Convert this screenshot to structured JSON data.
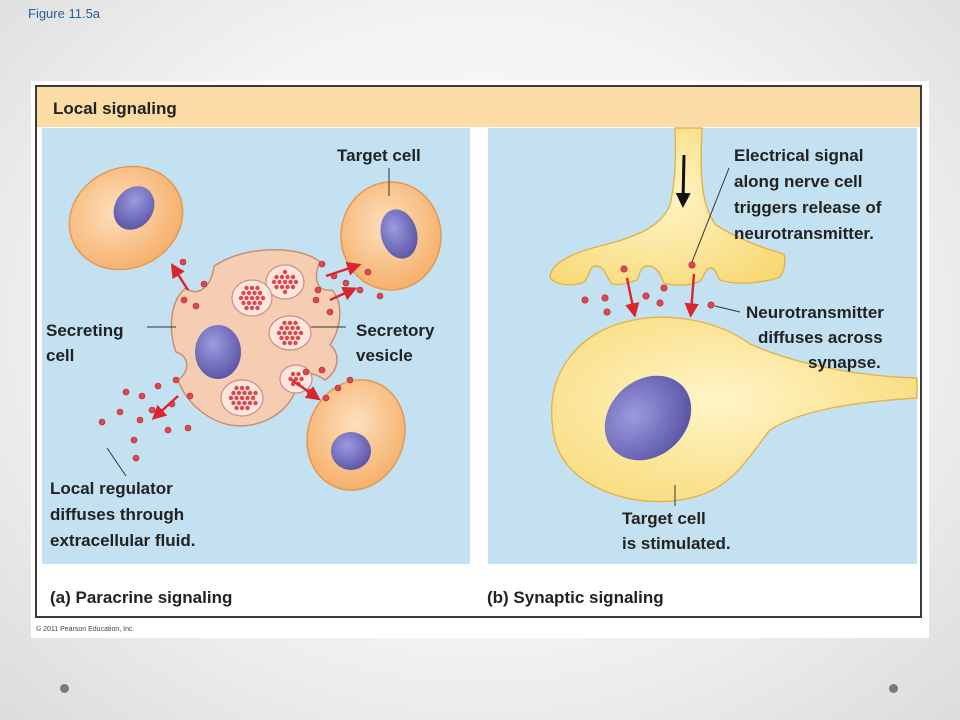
{
  "figure_label": "Figure 11.5a",
  "header": "Local signaling",
  "paracrine": {
    "caption": "(a) Paracrine signaling",
    "target_cell": "Target cell",
    "secreting_cell": [
      "Secreting",
      "cell"
    ],
    "secretory_vesicle": [
      "Secretory",
      "vesicle"
    ],
    "local_regulator": [
      "Local regulator",
      "diffuses through",
      "extracellular fluid."
    ]
  },
  "synaptic": {
    "caption": "(b) Synaptic signaling",
    "electrical_signal": [
      "Electrical signal",
      "along nerve cell",
      "triggers release of",
      "neurotransmitter."
    ],
    "neurotransmitter": [
      "Neurotransmitter",
      "diffuses across",
      "synapse."
    ],
    "target_cell": [
      "Target cell",
      "is stimulated."
    ]
  },
  "copyright": "© 2011 Pearson Education, Inc.",
  "colors": {
    "fluid": "#c4e1f1",
    "header": "#fbdca4",
    "target_cell": "#fbc081",
    "secreting_cell": "#f4cdb3",
    "nucleus": "#7b78c4",
    "neuron": "#fde69a",
    "molecule": "#e0464d",
    "arrow": "#d8252e"
  }
}
